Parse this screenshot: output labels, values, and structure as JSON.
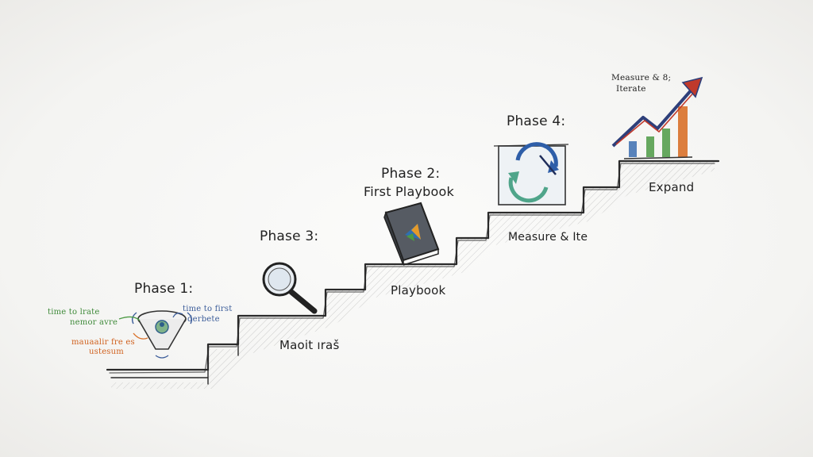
{
  "phases": {
    "phase1": {
      "title": "Phase 1:"
    },
    "phase3": {
      "title": "Phase 3:"
    },
    "phase2": {
      "title": "Phase 2:",
      "subtitle": "First Playbook"
    },
    "phase4": {
      "title": "Phase 4:"
    }
  },
  "step_labels": {
    "magic": "Maoit ıraš",
    "playbook": "Playbook",
    "measure": "Measure & Ite",
    "expand": "Expand"
  },
  "notes": {
    "green_1": "time to lrate",
    "green_2": "nemor avre",
    "blue_1": "time to first",
    "blue_2": "derbete",
    "orange_1": "mauaalir fre es",
    "orange_2": "ustesum"
  },
  "chart_note": {
    "line1": "Measure & 8;",
    "line2": "Iterate"
  },
  "colors": {
    "ink": "#2a2a2a",
    "green": "#4c9a44",
    "blue": "#3c5d9a",
    "orange": "#d9712a",
    "red": "#c0392b",
    "navy": "#2e3f7a"
  }
}
